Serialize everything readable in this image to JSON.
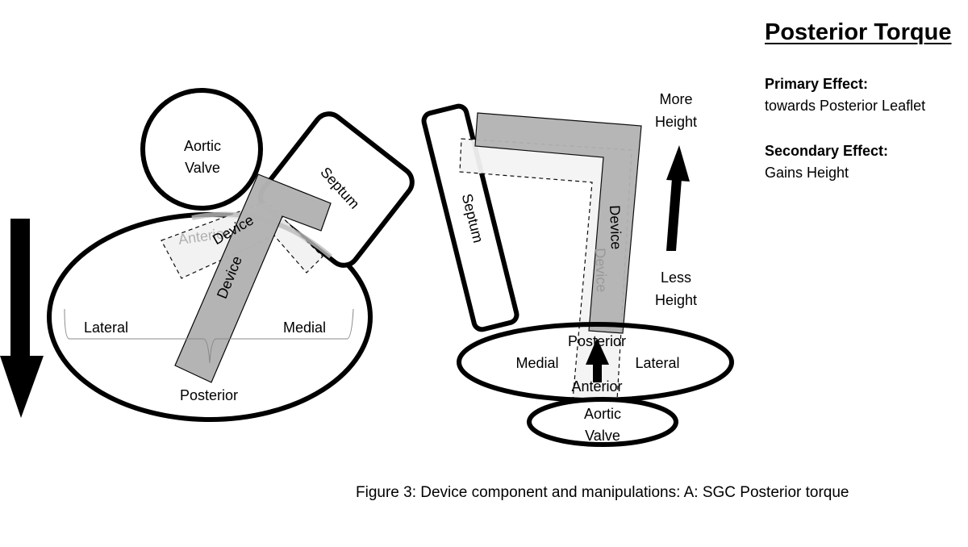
{
  "panel": {
    "title": "Posterior Torque",
    "primary_effect_label": "Primary Effect:",
    "primary_effect_text": "towards Posterior Leaflet",
    "secondary_effect_label": "Secondary Effect:",
    "secondary_effect_text": "Gains Height"
  },
  "left_view": {
    "aortic_valve_line1": "Aortic",
    "aortic_valve_line2": "Valve",
    "septum": "Septum",
    "device_main": "Device",
    "device_ghost": "Device",
    "anterior_ghost": "Anterior",
    "lateral": "Lateral",
    "medial": "Medial",
    "posterior": "Posterior",
    "arrow_direction": "down"
  },
  "right_view": {
    "septum": "Septum",
    "device_main": "Device",
    "device_ghost": "Device",
    "more_height_line1": "More",
    "more_height_line2": "Height",
    "less_height_line1": "Less",
    "less_height_line2": "Height",
    "posterior": "Posterior",
    "anterior": "Anterior",
    "medial": "Medial",
    "lateral": "Lateral",
    "aortic_valve_line1": "Aortic",
    "aortic_valve_line2": "Valve",
    "arrow_direction": "up"
  },
  "caption": "Figure 3: Device component and manipulations:  A: SGC  Posterior torque",
  "colors": {
    "outline": "#000000",
    "device_fill": "#b3b3b3",
    "ghost_fill": "#f2f2f2",
    "ghost_text": "#9a9a9a"
  }
}
